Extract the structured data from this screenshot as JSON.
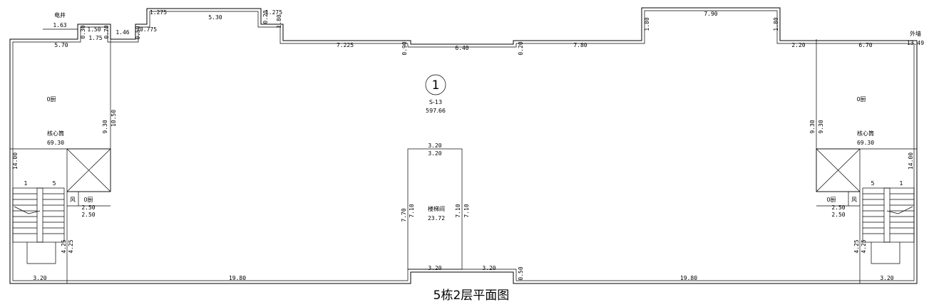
{
  "drawing": {
    "title": "5栋2层平面图",
    "area_tag": {
      "number": "1",
      "code": "S-13",
      "area": "597.66"
    },
    "rooms": {
      "left_core_label": "核心筒",
      "left_core_area": "69.30",
      "right_core_label": "核心筒",
      "right_core_area": "69.30",
      "left_small": "0厨",
      "right_small": "0厨",
      "stair_label": "楼梯间",
      "stair_area": "23.72",
      "electric_well": "电井",
      "electric_well_area": "1.63",
      "external_wall": "外墙",
      "external_wall_area": "13.49",
      "left_lift_a": "风",
      "left_lift_b": "0厨",
      "right_lift_a": "0厨",
      "right_lift_b": "风",
      "stair_mark_a": "1",
      "stair_mark_b": "5"
    },
    "dims": {
      "top_530": "5.30",
      "top_1275a": "1.275",
      "top_1275b": "1.275",
      "top_020": "0.20",
      "top_180a": "1.80",
      "top_7225": "7.225",
      "top_090": "0.90",
      "top_640": "6.40",
      "top_020b": "0.20",
      "top_780": "7.80",
      "top_180b": "1.80",
      "top_790": "7.90",
      "top_180c": "1.80",
      "top_220": "2.20",
      "top_670": "6.70",
      "top_570": "5.70",
      "top_150": "1.50",
      "top_175": "1.75",
      "top_146": "1.46",
      "top_0775": "0.775",
      "top_030": "0.30",
      "top_070": "0.70",
      "top_050": "0.50",
      "left_930": "9.30",
      "left_1050": "10.50",
      "left_1400": "14.00",
      "right_930a": "9.30",
      "right_930b": "9.30",
      "right_1400": "14.00",
      "stair_320a": "3.20",
      "stair_320b": "3.20",
      "stair_770": "7.70",
      "stair_710a": "7.10",
      "stair_710b": "7.10",
      "bot_320a": "3.20",
      "bot_320b": "3.20",
      "bot_1980a": "19.80",
      "bot_1980b": "19.80",
      "bot_050": "0.50",
      "bot_320c": "3.20",
      "bot_320d": "3.20",
      "left_250a": "2.50",
      "left_250b": "2.50",
      "right_250a": "2.50",
      "right_250b": "2.50",
      "left_425": "4.25",
      "right_425": "4.25"
    }
  }
}
